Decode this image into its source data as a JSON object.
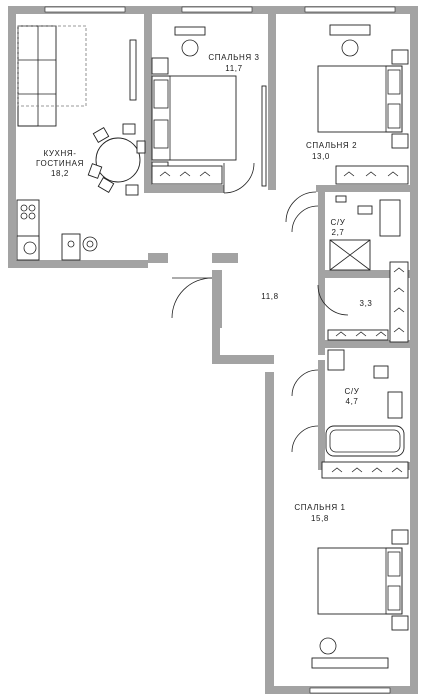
{
  "rooms": {
    "kitchen": {
      "name_line1": "КУХНЯ-",
      "name_line2": "ГОСТИНАЯ",
      "area": "18,2"
    },
    "bedroom3": {
      "name": "СПАЛЬНЯ 3",
      "area": "11,7"
    },
    "bedroom2": {
      "name": "СПАЛЬНЯ 2",
      "area": "13,0"
    },
    "bath_small": {
      "name": "С/У",
      "area": "2,7"
    },
    "hall": {
      "area": "11,8"
    },
    "storage": {
      "area": "3,3"
    },
    "bath_large": {
      "name": "С/У",
      "area": "4,7"
    },
    "bedroom1": {
      "name": "СПАЛЬНЯ 1",
      "area": "15,8"
    }
  },
  "colors": {
    "wall": "#a3a3a3",
    "line": "#222222",
    "background": "#ffffff"
  }
}
